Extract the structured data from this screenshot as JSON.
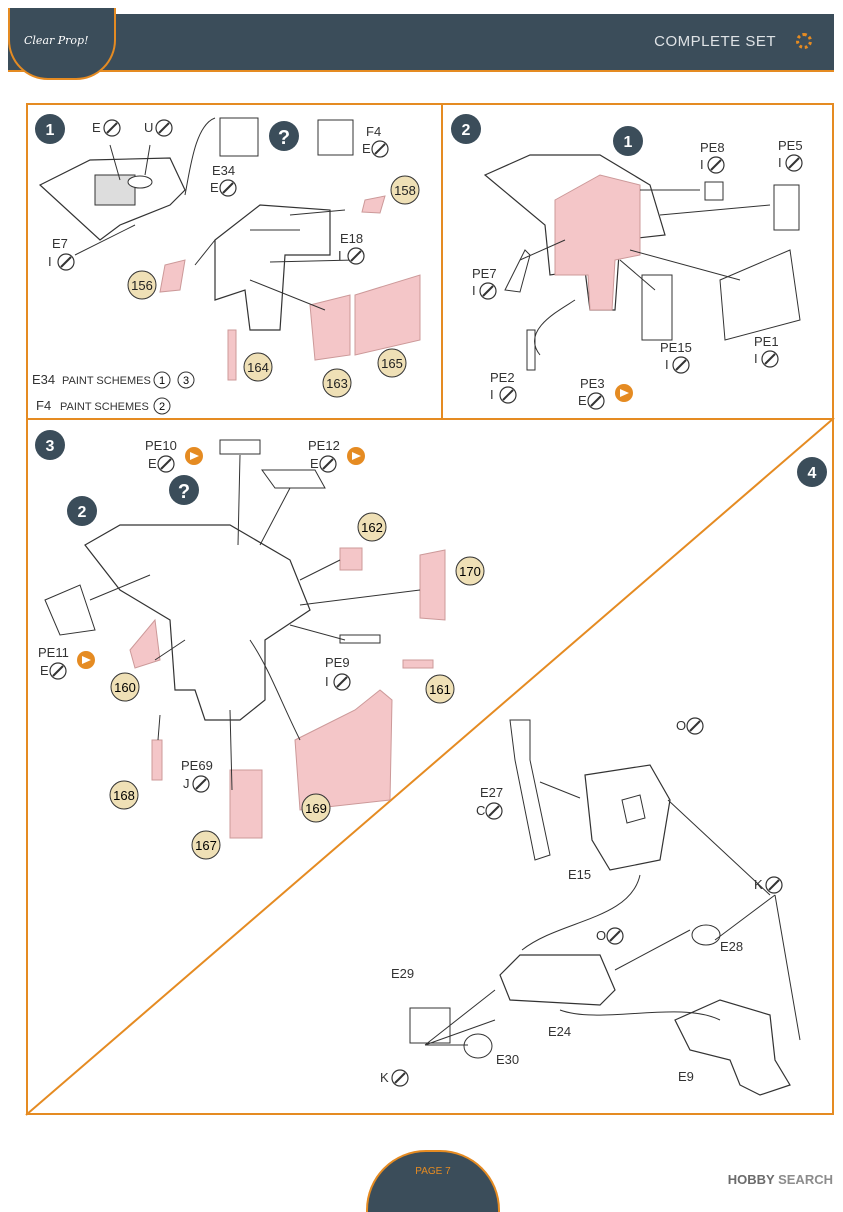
{
  "header": {
    "logo": "Clear Prop!",
    "title": "COMPLETE SET"
  },
  "panel1": {
    "step": "1",
    "labels": {
      "e": "E",
      "u": "U",
      "f4": "F4",
      "e34": "E34",
      "e7": "E7",
      "e18": "E18",
      "e_key": "E",
      "i_key": "I"
    },
    "question": "?",
    "decals": [
      "158",
      "156",
      "164",
      "163",
      "165"
    ],
    "paint1_part": "E34",
    "paint1_text": "PAINT SCHEMES",
    "paint1_a": "1",
    "paint1_b": "3",
    "paint2_part": "F4",
    "paint2_text": "PAINT SCHEMES",
    "paint2_a": "2"
  },
  "panel2": {
    "step": "2",
    "sub_step": "1",
    "labels": {
      "pe8": "PE8",
      "pe5": "PE5",
      "pe7": "PE7",
      "pe15": "PE15",
      "pe1": "PE1",
      "pe2": "PE2",
      "pe3": "PE3",
      "i": "I",
      "e": "E"
    }
  },
  "panel3": {
    "step": "3",
    "sub_step": "2",
    "labels": {
      "pe10": "PE10",
      "pe12": "PE12",
      "pe11": "PE11",
      "pe9": "PE9",
      "pe69": "PE69",
      "e": "E",
      "i": "I",
      "j": "J"
    },
    "question": "?",
    "decals": [
      "162",
      "170",
      "160",
      "161",
      "168",
      "169",
      "167"
    ]
  },
  "panel4": {
    "step": "4",
    "labels": {
      "o": "O",
      "e27": "E27",
      "c": "C",
      "e15": "E15",
      "k": "K",
      "e28": "E28",
      "e29": "E29",
      "e24": "E24",
      "e30": "E30",
      "e9": "E9"
    }
  },
  "footer": {
    "page": "PAGE 7"
  },
  "watermark": {
    "brand": "HOBBY",
    "search": "SEARCH"
  },
  "colors": {
    "orange": "#e58b22",
    "navy": "#3b4d5a",
    "pink": "#f4c6c8",
    "decal": "#efe0b6"
  }
}
